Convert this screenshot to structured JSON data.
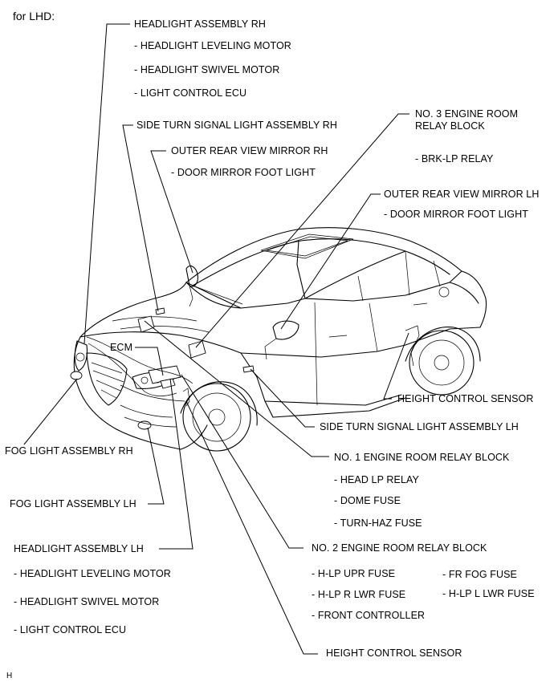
{
  "header": {
    "title": "for LHD:"
  },
  "footer": {
    "code": "H"
  },
  "labels": {
    "headlight_rh": "HEADLIGHT ASSEMBLY RH",
    "headlight_rh_leveling": "- HEADLIGHT LEVELING MOTOR",
    "headlight_rh_swivel": "- HEADLIGHT SWIVEL MOTOR",
    "headlight_rh_ecu": "- LIGHT CONTROL ECU",
    "side_turn_rh": "SIDE TURN SIGNAL LIGHT ASSEMBLY RH",
    "mirror_rh": "OUTER REAR VIEW MIRROR RH",
    "mirror_rh_foot": "- DOOR MIRROR FOOT LIGHT",
    "relay3_line1": "NO. 3 ENGINE ROOM",
    "relay3_line2": "RELAY BLOCK",
    "relay3_brk": "- BRK-LP RELAY",
    "mirror_lh": "OUTER REAR VIEW MIRROR LH",
    "mirror_lh_foot": "- DOOR MIRROR FOOT LIGHT",
    "ecm": "ECM",
    "height_sensor_rear": "HEIGHT CONTROL SENSOR",
    "side_turn_lh": "SIDE TURN SIGNAL LIGHT ASSEMBLY LH",
    "fog_rh": "FOG LIGHT ASSEMBLY RH",
    "relay1": "NO. 1 ENGINE ROOM RELAY BLOCK",
    "relay1_head": "- HEAD LP RELAY",
    "relay1_dome": "- DOME FUSE",
    "relay1_turn": "- TURN-HAZ FUSE",
    "fog_lh": "FOG LIGHT ASSEMBLY LH",
    "headlight_lh": "HEADLIGHT ASSEMBLY LH",
    "headlight_lh_leveling": "- HEADLIGHT LEVELING MOTOR",
    "headlight_lh_swivel": "- HEADLIGHT SWIVEL MOTOR",
    "headlight_lh_ecu": "- LIGHT CONTROL ECU",
    "relay2": "NO. 2 ENGINE ROOM RELAY BLOCK",
    "relay2_hlp_upr": "- H-LP UPR FUSE",
    "relay2_fr_fog": "- FR FOG FUSE",
    "relay2_hlp_r_lwr": "- H-LP R LWR FUSE",
    "relay2_hlp_l_lwr": "- H-LP L LWR FUSE",
    "relay2_front_ctrl": "- FRONT CONTROLLER",
    "height_sensor_front": "HEIGHT CONTROL SENSOR"
  }
}
